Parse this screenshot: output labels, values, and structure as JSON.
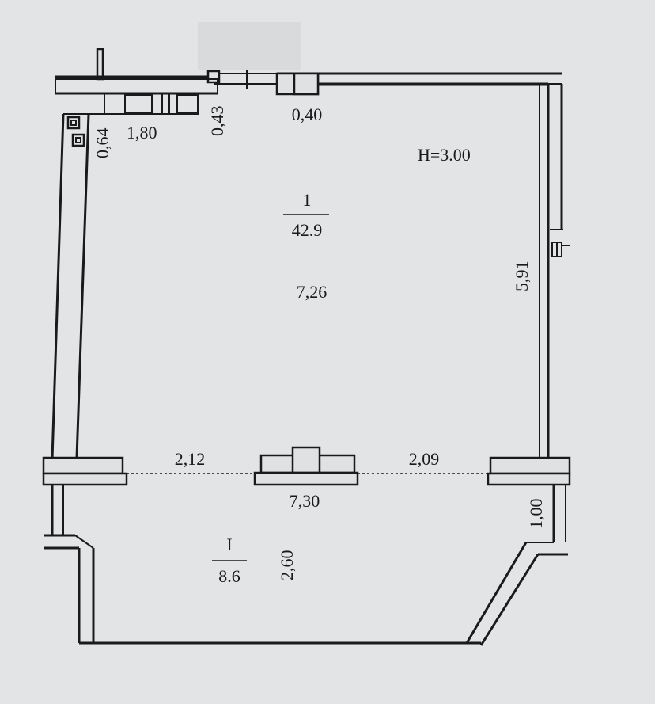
{
  "plan": {
    "height_label": "H=3.00",
    "room_main": {
      "number": "1",
      "area": "42.9"
    },
    "room_balcony": {
      "number": "I",
      "area": "8.6"
    },
    "dimensions": {
      "top_segment": "1,80",
      "top_left_side": "0,64",
      "top_small": "0,43",
      "top_pier": "0,40",
      "room_width": "7,26",
      "right_wall": "5,91",
      "left_opening_pier": "2,12",
      "right_opening_pier": "2,09",
      "opening_width": "7,30",
      "balcony_depth": "2,60",
      "balcony_side": "1,00"
    }
  }
}
